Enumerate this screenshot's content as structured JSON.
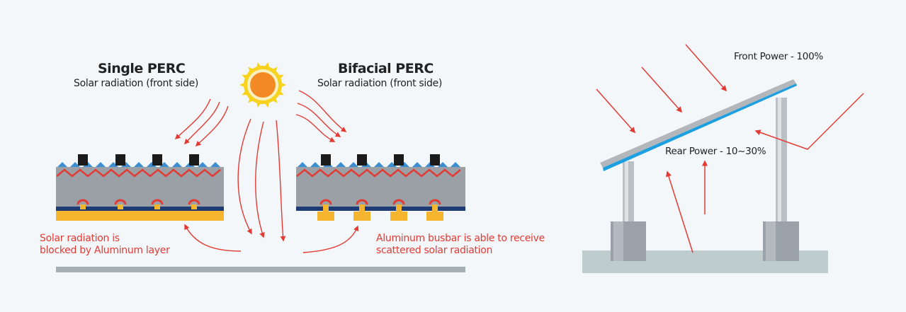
{
  "single": {
    "title": "Single PERC",
    "subtitle": "Solar radiation (front side)",
    "note_line1": "Solar radiation is",
    "note_line2": "blocked by Aluminum layer"
  },
  "bifacial": {
    "title": "Bifacial PERC",
    "subtitle": "Solar radiation (front side)",
    "note_line1": "Aluminum busbar is able to receive",
    "note_line2": "scattered solar radiation"
  },
  "mount": {
    "front_power": "Front Power - 100%",
    "rear_power": "Rear Power - 10~30%"
  },
  "colors": {
    "background": "#f3f7fa",
    "arrow_red": "#e23b34",
    "cell_gray": "#9aa0a6",
    "texture_blue": "#3d8fd1",
    "aluminum_orange": "#f6b52e",
    "rear_navy": "#1f3b73",
    "ground_gray": "#a4afb1",
    "panel_blue": "#1e9fe0",
    "sun_orange": "#f38a26",
    "sun_yellow": "#f7d21e"
  },
  "icons": [
    "sun-icon",
    "arrow-icon"
  ]
}
